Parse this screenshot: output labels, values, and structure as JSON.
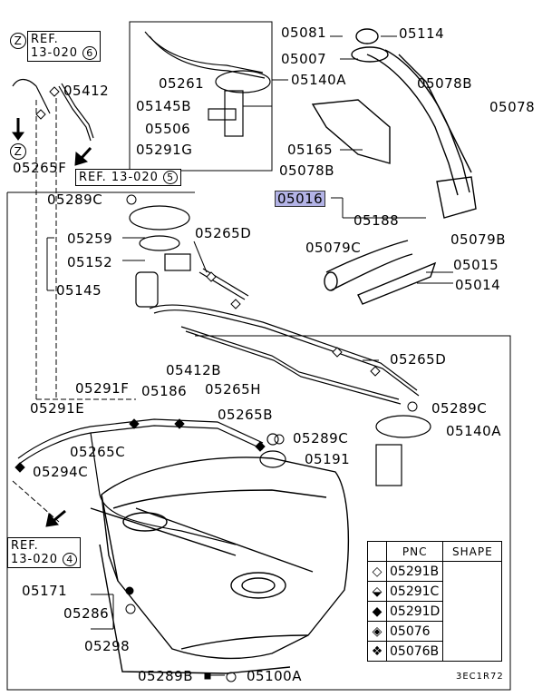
{
  "refs": {
    "top_left_line1": "REF.",
    "top_left_line2": "13-020",
    "top_left_num": "6",
    "mid": "REF. 13-020",
    "mid_num": "5",
    "bottom_left_line1": "REF.",
    "bottom_left_line2": "13-020",
    "bottom_left_num": "4",
    "z_mark": "Z"
  },
  "labels": {
    "p05081": "05081",
    "p05114": "05114",
    "p05007": "05007",
    "p05140A_top": "05140A",
    "p05078B_top": "05078B",
    "p05078": "05078",
    "p05261": "05261",
    "p05145B": "05145B",
    "p05506": "05506",
    "p05291G": "05291G",
    "p05165": "05165",
    "p05078B_mid": "05078B",
    "p05412": "05412",
    "p05265F": "05265F",
    "p05289C_1": "05289C",
    "p05016": "05016",
    "p05188": "05188",
    "p05259": "05259",
    "p05265D_1": "05265D",
    "p05079C": "05079C",
    "p05079B": "05079B",
    "p05015": "05015",
    "p05152": "05152",
    "p05145": "05145",
    "p05014": "05014",
    "p05265D_2": "05265D",
    "p05412B": "05412B",
    "p05291F": "05291F",
    "p05186": "05186",
    "p05265H": "05265H",
    "p05289C_2": "05289C",
    "p05291E": "05291E",
    "p05265B": "05265B",
    "p05140A_mid": "05140A",
    "p05289C_3": "05289C",
    "p05265C": "05265C",
    "p05191": "05191",
    "p05294C": "05294C",
    "p05171": "05171",
    "p05286": "05286",
    "p05298": "05298",
    "p05289B": "05289B",
    "p05100A": "05100A"
  },
  "legend": {
    "headers": [
      "PNC",
      "SHAPE"
    ],
    "rows": [
      {
        "symbol": "◇",
        "pnc": "05291B"
      },
      {
        "symbol": "⬙",
        "pnc": "05291C"
      },
      {
        "symbol": "◆",
        "pnc": "05291D"
      },
      {
        "symbol": "◈",
        "pnc": "05076"
      },
      {
        "symbol": "❖",
        "pnc": "05076B"
      }
    ]
  },
  "code": "3EC1R72"
}
